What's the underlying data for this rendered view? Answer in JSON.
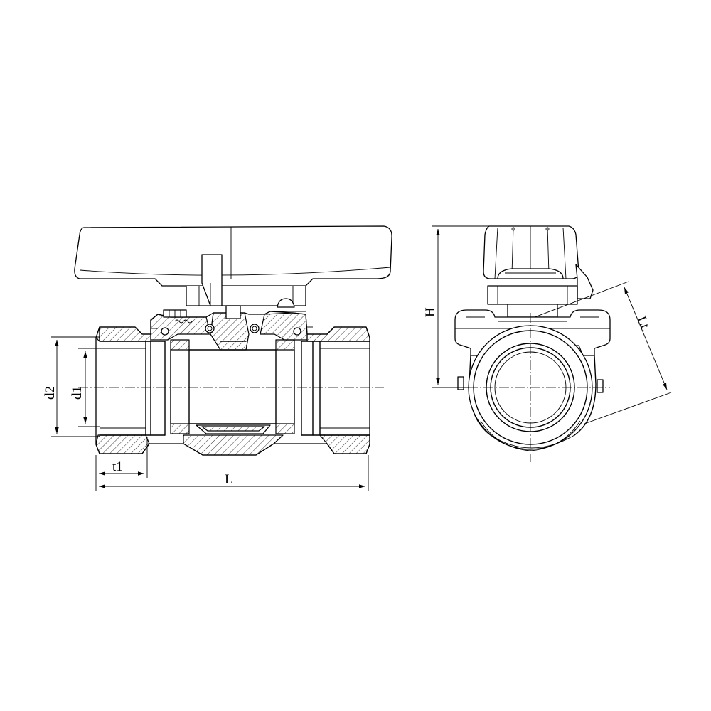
{
  "labels": {
    "d2": "d2",
    "d1": "d1",
    "t1": "t1",
    "L": "L",
    "H": "H",
    "Lt": "Lt."
  }
}
